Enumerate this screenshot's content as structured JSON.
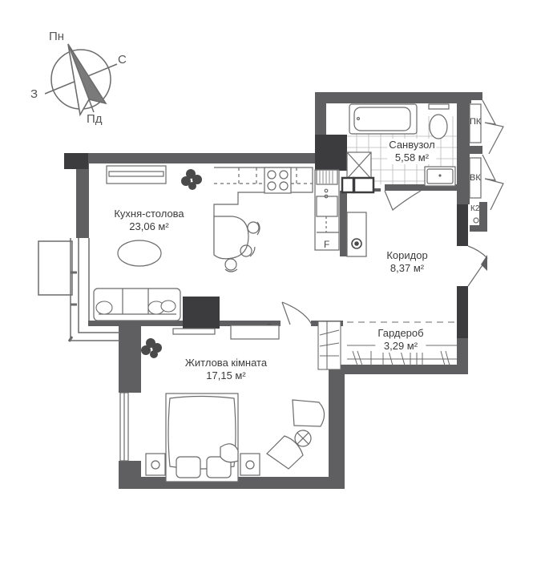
{
  "compass": {
    "north": "Пн",
    "south": "Пд",
    "east": "С",
    "west": "З"
  },
  "rooms": [
    {
      "id": "kitchen",
      "name": "Кухня-столова",
      "area": "23,06 м²"
    },
    {
      "id": "bathroom",
      "name": "Санвузол",
      "area": "5,58 м²"
    },
    {
      "id": "corridor",
      "name": "Коридор",
      "area": "8,37 м²"
    },
    {
      "id": "wardrobe",
      "name": "Гардероб",
      "area": "3,29 м²"
    },
    {
      "id": "living",
      "name": "Житлова кімната",
      "area": "17,15 м²"
    }
  ],
  "utility_tags": {
    "pk": "ПК",
    "vk": "ВК",
    "k2": "К2",
    "fridge": "F"
  },
  "colors": {
    "wall": "#5f5f61",
    "wall_dark": "#3c3c3e",
    "line": "#6b6b6b",
    "plant": "#4a4a4a"
  }
}
